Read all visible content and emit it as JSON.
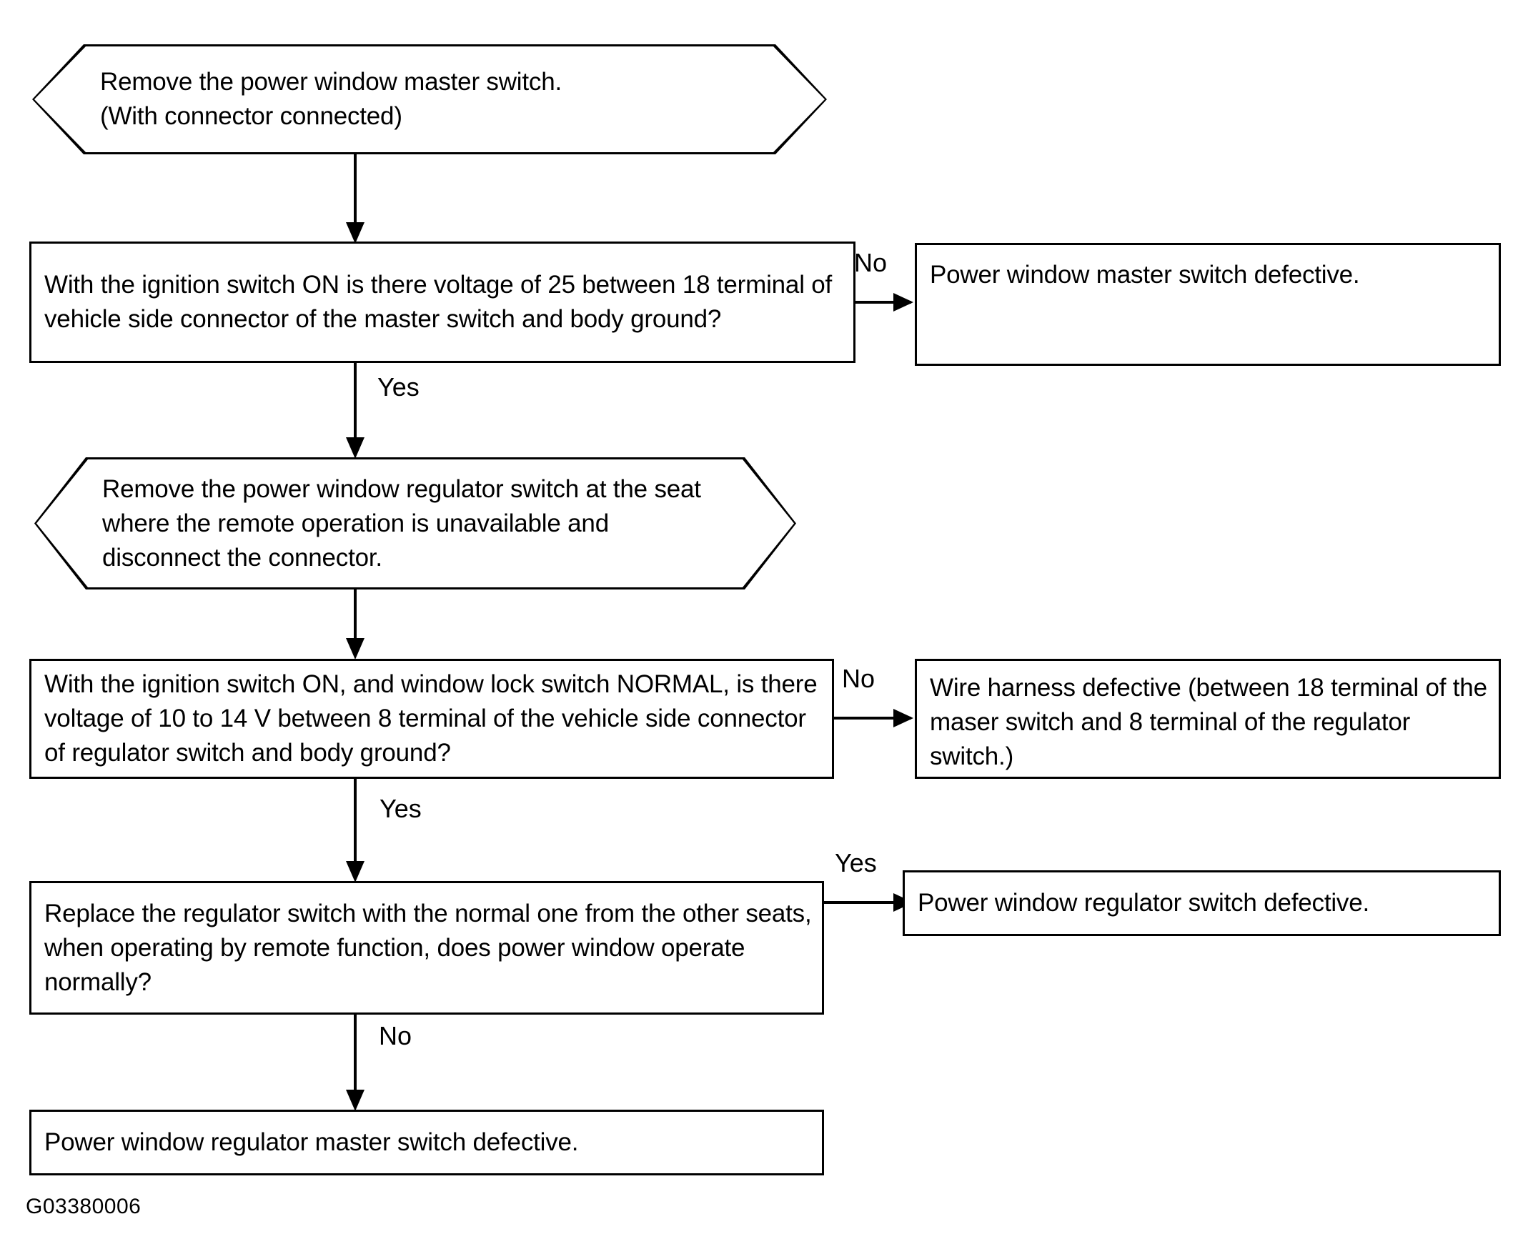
{
  "figure": {
    "code": "G03380006",
    "type": "troubleshooting-flowchart"
  },
  "nodes": {
    "step1": {
      "shape": "hexagon",
      "text": "Remove the power window master switch.\n(With connector connected)"
    },
    "decision1": {
      "shape": "rectangle",
      "text": "With the ignition switch ON is there voltage of 25 between 18 terminal of vehicle side connector of the master switch and body ground?"
    },
    "result1": {
      "shape": "rectangle",
      "text": "Power window master switch defective."
    },
    "step2": {
      "shape": "hexagon",
      "text": "Remove the power window regulator switch at the seat where the remote operation is unavailable and disconnect the connector."
    },
    "decision2": {
      "shape": "rectangle",
      "text": "With the ignition switch ON, and window lock switch NORMAL, is there voltage of 10 to 14 V between 8 terminal of the vehicle side connector of regulator switch and body ground?"
    },
    "result2": {
      "shape": "rectangle",
      "text": "Wire harness defective (between 18 terminal of the maser switch and 8 terminal of the regulator switch.)"
    },
    "decision3": {
      "shape": "rectangle",
      "text": "Replace the regulator switch with the normal one from the other seats, when operating by remote function, does power window operate normally?"
    },
    "result3": {
      "shape": "rectangle",
      "text": "Power window regulator switch defective."
    },
    "result4": {
      "shape": "rectangle",
      "text": "Power window regulator master switch defective."
    }
  },
  "edges": {
    "d1_no": "No",
    "d1_yes": "Yes",
    "d2_no": "No",
    "d2_yes": "Yes",
    "d3_yes": "Yes",
    "d3_no": "No"
  },
  "colors": {
    "stroke": "#000000",
    "background": "#ffffff",
    "text": "#000000"
  }
}
